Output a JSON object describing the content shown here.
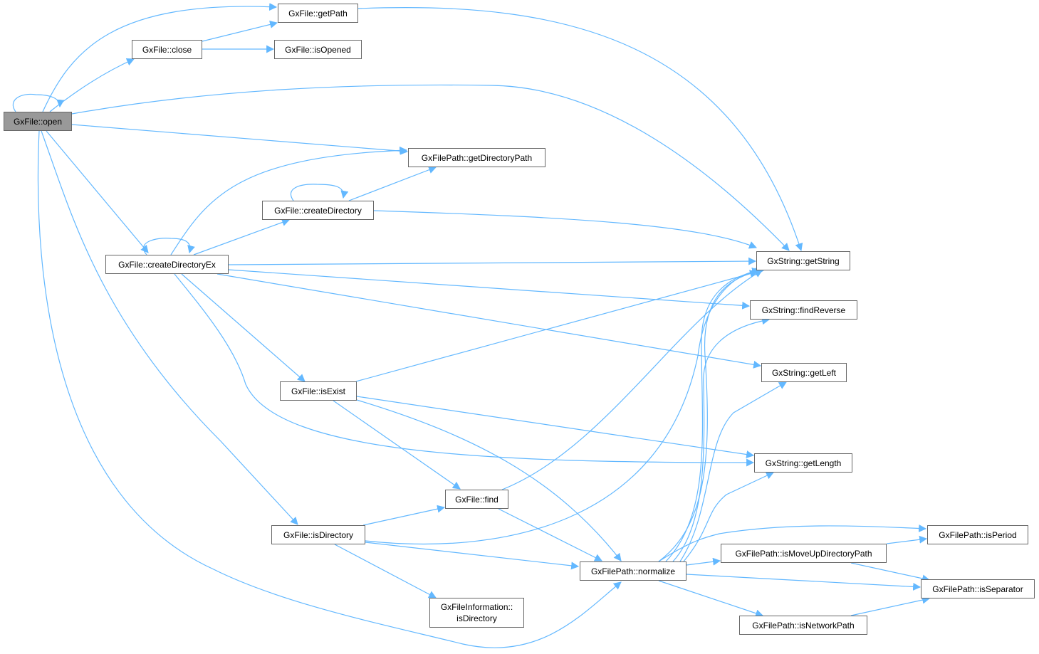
{
  "graph": {
    "root": "GxFile::open",
    "nodes": {
      "open": "GxFile::open",
      "getPath": "GxFile::getPath",
      "close": "GxFile::close",
      "isOpened": "GxFile::isOpened",
      "getDirectoryPath": "GxFilePath::getDirectoryPath",
      "createDirectory": "GxFile::createDirectory",
      "createDirectoryEx": "GxFile::createDirectoryEx",
      "getString": "GxString::getString",
      "findReverse": "GxString::findReverse",
      "getLeft": "GxString::getLeft",
      "isExist": "GxFile::isExist",
      "getLength": "GxString::getLength",
      "find": "GxFile::find",
      "isDirectory": "GxFile::isDirectory",
      "normalize": "GxFilePath::normalize",
      "isPeriod": "GxFilePath::isPeriod",
      "isMoveUpDirectoryPath": "GxFilePath::isMoveUpDirectoryPath",
      "isSeparator": "GxFilePath::isSeparator",
      "fileInfoIsDirectory1": "GxFileInformation::",
      "fileInfoIsDirectory2": "isDirectory",
      "isNetworkPath": "GxFilePath::isNetworkPath"
    },
    "colors": {
      "edge": "#63b8ff",
      "root_fill": "#999999",
      "border": "#666666"
    }
  }
}
